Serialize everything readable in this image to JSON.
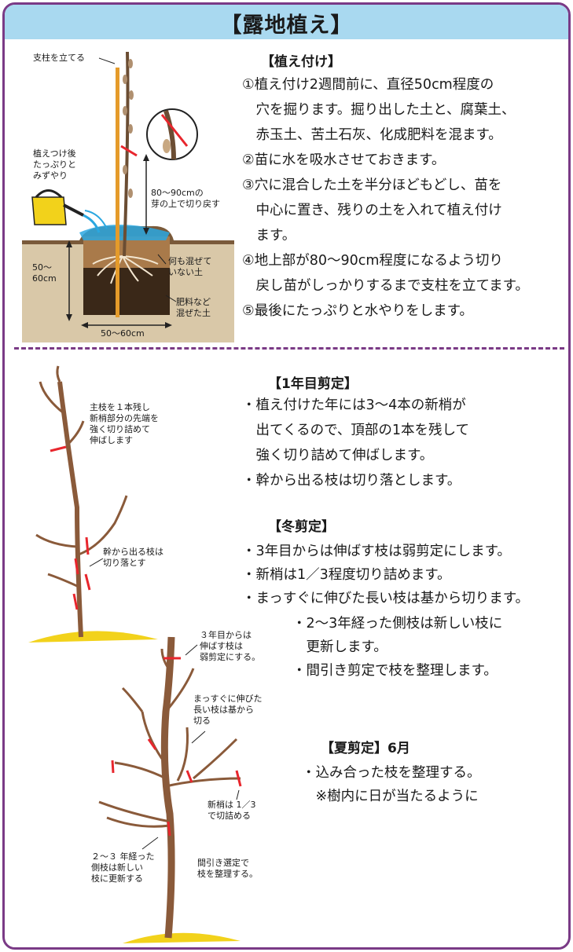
{
  "title": "【露地植え】",
  "planting": {
    "heading": "【植え付け】",
    "steps": [
      "①植え付け2週間前に、直径50cm程度の",
      "　穴を掘ります。掘り出した土と、腐葉土、",
      "　赤玉土、苦土石灰、化成肥料を混ます。",
      "②苗に水を吸水させておきます。",
      "③穴に混合した土を半分ほどもどし、苗を",
      "　中心に置き、残りの土を入れて植え付け",
      "　ます。",
      "④地上部が80～90cm程度になるよう切り",
      "　戻し苗がしっかりするまで支柱を立てます。",
      "⑤最後にたっぷりと水やりをします。"
    ],
    "labels": {
      "stake": "支柱を立てる",
      "water": "植えつけ後\nたっぷりと\nみずやり",
      "cut": "80～90cmの\n芽の上で切り戻す",
      "depth": "50～\n60cm",
      "plain_soil": "何も混ぜて\nいない土",
      "mixed_soil": "肥料など\n混ぜた土",
      "width": "50～60cm"
    }
  },
  "first_year": {
    "heading": "【1年目剪定】",
    "lines": [
      "・植え付けた年には3～4本の新梢が",
      "　出てくるので、頂部の1本を残して",
      "　強く切り詰めて伸ばします。",
      "・幹から出る枝は切り落とします。"
    ],
    "labels": {
      "main": "主枝を１本残し\n新梢部分の先端を\n強く切り詰めて\n伸ばします",
      "trunk": "幹から出る枝は\n切り落とす"
    }
  },
  "winter": {
    "heading": "【冬剪定】",
    "lines": [
      "・3年目からは伸ばす枝は弱剪定にします。",
      "・新梢は1／3程度切り詰めます。",
      "・まっすぐに伸びた長い枝は基から切ります。"
    ],
    "sub_lines": [
      "・2～3年経った側枝は新しい枝に",
      "　更新します。",
      "・間引き剪定で枝を整理します。"
    ],
    "labels": {
      "third": "３年目からは\n伸ばす枝は\n弱剪定にする。",
      "straight": "まっすぐに伸びた\n長い枝は基から\n切る",
      "shoot": "新梢は 1／3\nで切詰める",
      "side": "２～３ 年経った\n側枝は新しい\n枝に更新する",
      "thin": "間引き選定で\n枝を整理する。"
    }
  },
  "summer": {
    "heading": "【夏剪定】6月",
    "lines": [
      "・込み合った枝を整理する。",
      "　※樹内に日が当たるように"
    ]
  },
  "colors": {
    "frame": "#7a3a86",
    "header": "#a9d9f0",
    "trunk": "#8a5a3a",
    "cut_mark": "#e8262d",
    "ground": "#f2d21b",
    "soil": "#d9c8a8",
    "water": "#2aa7e0"
  }
}
